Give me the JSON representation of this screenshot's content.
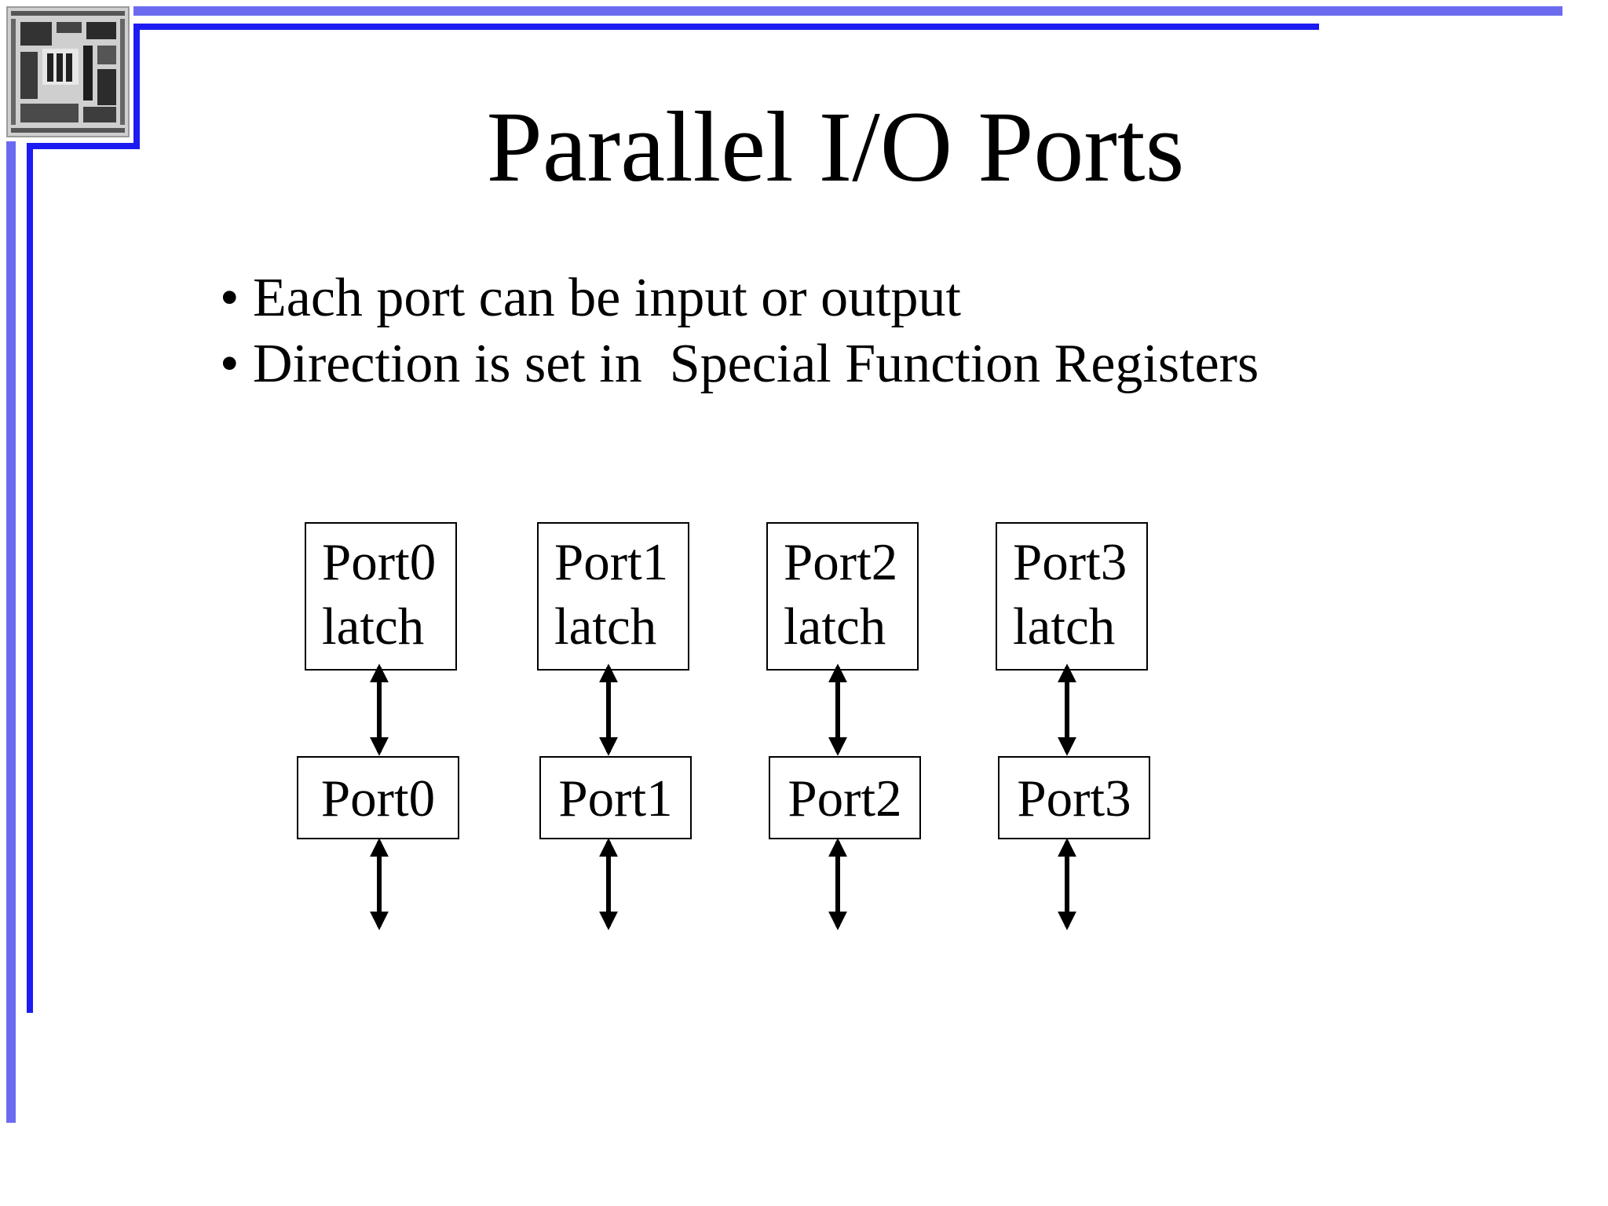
{
  "slide": {
    "title": "Parallel I/O Ports",
    "bullets": [
      "Each port can be input or output",
      "Direction is set in  Special Function Registers"
    ],
    "bullet_symbol": "•",
    "accent_colors": {
      "light_blue": "#6b6bf0",
      "blue": "#1c1cf2"
    },
    "decoration_icon": "chip-die-thumbnail"
  },
  "diagram": {
    "ports": [
      {
        "latch_line1": "Port0",
        "latch_line2": "latch",
        "port_label": "Port0"
      },
      {
        "latch_line1": "Port1",
        "latch_line2": "latch",
        "port_label": "Port1"
      },
      {
        "latch_line1": "Port2",
        "latch_line2": "latch",
        "port_label": "Port2"
      },
      {
        "latch_line1": "Port3",
        "latch_line2": "latch",
        "port_label": "Port3"
      }
    ],
    "connector": "bidirectional-arrow"
  }
}
